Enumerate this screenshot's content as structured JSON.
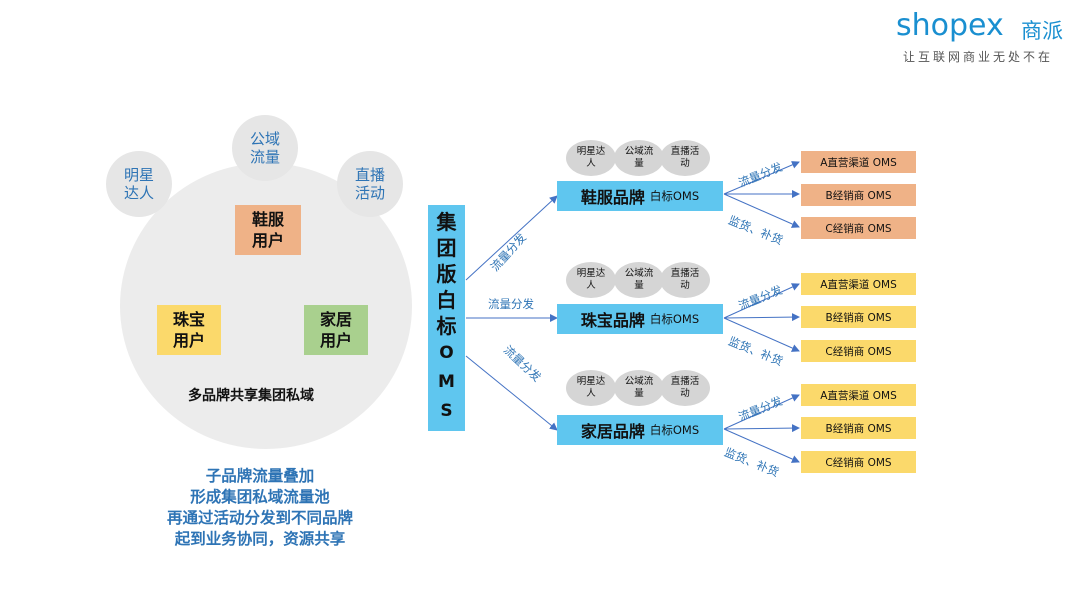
{
  "logo": {
    "word": "shopex",
    "cn": "商派",
    "tagline": "让互联网商业无处不在"
  },
  "pool": {
    "sources": [
      "明星达人",
      "公域流量",
      "直播活动"
    ],
    "users": [
      "鞋服用户",
      "珠宝用户",
      "家居用户"
    ],
    "caption": "多品牌共享集团私域"
  },
  "summary": [
    "子品牌流量叠加",
    "形成集团私域流量池",
    "再通过活动分发到不同品牌",
    "起到业务协同，资源共享"
  ],
  "group_oms": [
    "集",
    "团",
    "版",
    "白",
    "标",
    "O",
    "M",
    "S"
  ],
  "dispatch_labels": [
    "流量分发",
    "流量分发",
    "流量分发"
  ],
  "brands": [
    {
      "name": "鞋服品牌",
      "oms": "白标OMS",
      "sources": [
        "明星达人",
        "公域流量",
        "直播活动"
      ],
      "distribute_label": "流量分发",
      "supply_label": "监货、补货",
      "channels": [
        "A直营渠道 OMS",
        "B经销商 OMS",
        "C经销商 OMS"
      ],
      "channel_color": "#efb287"
    },
    {
      "name": "珠宝品牌",
      "oms": "白标OMS",
      "sources": [
        "明星达人",
        "公域流量",
        "直播活动"
      ],
      "distribute_label": "流量分发",
      "supply_label": "监货、补货",
      "channels": [
        "A直营渠道 OMS",
        "B经销商 OMS",
        "C经销商 OMS"
      ],
      "channel_color": "#fbd96b"
    },
    {
      "name": "家居品牌",
      "oms": "白标OMS",
      "sources": [
        "明星达人",
        "公域流量",
        "直播活动"
      ],
      "distribute_label": "流量分发",
      "supply_label": "监货、补货",
      "channels": [
        "A直营渠道 OMS",
        "B经销商 OMS",
        "C经销商 OMS"
      ],
      "channel_color": "#fbd96b"
    }
  ],
  "colors": {
    "accent_blue": "#2e74b5",
    "oms_blue": "#5fc6ef",
    "logo_blue": "#1a8fd0",
    "arrow": "#4472c4"
  }
}
